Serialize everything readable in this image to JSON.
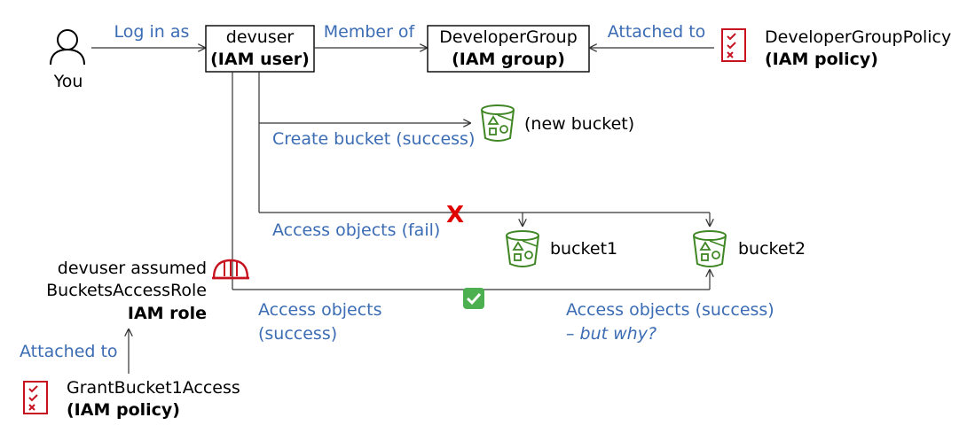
{
  "nodes": {
    "you": "You",
    "devuser": {
      "name": "devuser",
      "type": "(IAM user)"
    },
    "group": {
      "name": "DeveloperGroup",
      "type": "(IAM group)"
    },
    "group_policy": {
      "name": "DeveloperGroupPolicy",
      "type": "(IAM policy)"
    },
    "new_bucket": "(new bucket)",
    "bucket1": "bucket1",
    "bucket2": "bucket2",
    "role": {
      "line1": "devuser assumed",
      "line2": "BucketsAccessRole",
      "line3": "IAM role"
    },
    "role_policy": {
      "name": "GrantBucket1Access",
      "type": "(IAM policy)"
    }
  },
  "edges": {
    "log_in_as": "Log in as",
    "member_of": "Member of",
    "attached_to_group": "Attached to",
    "create_bucket": "Create bucket (success)",
    "access_fail": "Access objects (fail)",
    "access_success_left": {
      "line1": "Access objects",
      "line2": "(success)"
    },
    "access_success_right": {
      "line1": "Access objects (success)",
      "line2": "– but why?"
    },
    "attached_to_role": "Attached to"
  },
  "marks": {
    "fail_mark": "X"
  },
  "icons": {
    "user": "user-icon",
    "policy": "policy-document-icon",
    "bucket": "s3-bucket-icon",
    "role": "iam-role-helmet-icon",
    "success": "check-mark-icon"
  },
  "colors": {
    "label_blue": "#3b6cb4",
    "policy_red": "#c7131f",
    "bucket_green": "#3f8624",
    "fail_red": "#e00000",
    "check_green": "#4caf50"
  }
}
